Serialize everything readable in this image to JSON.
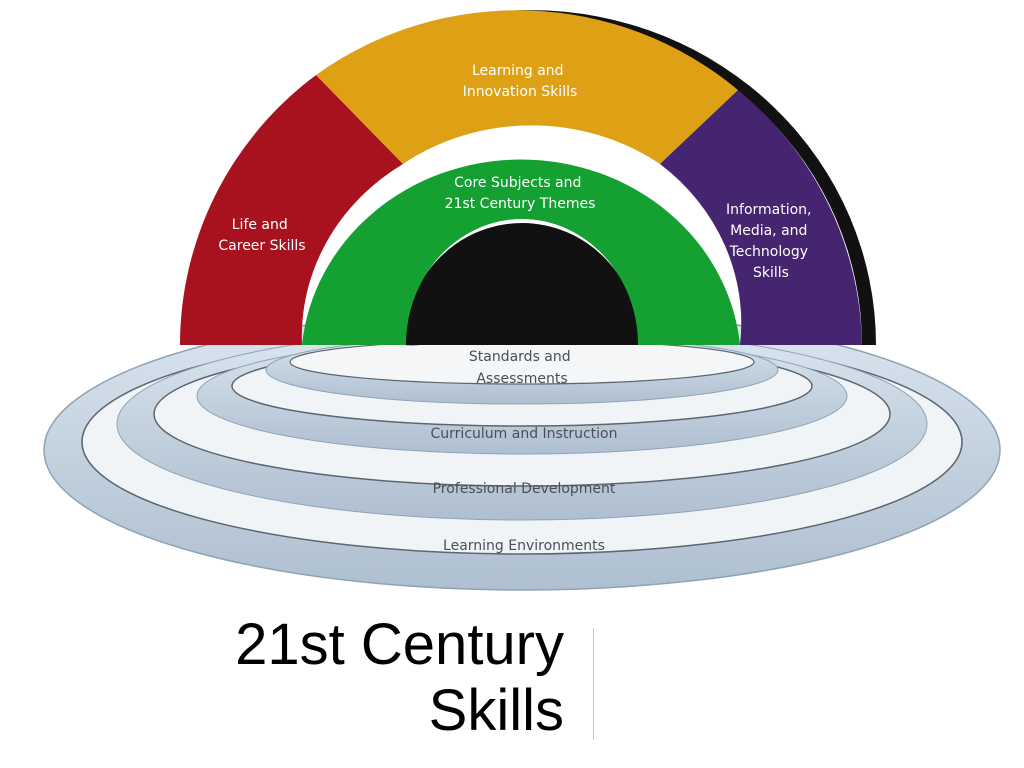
{
  "diagram": {
    "arch_segments": [
      {
        "id": "life-career",
        "lines": [
          "Life and",
          "Career Skills"
        ],
        "color": "#a8121f"
      },
      {
        "id": "learning-innovation",
        "lines": [
          "Learning and",
          "Innovation Skills"
        ],
        "color": "#dea015"
      },
      {
        "id": "information-media-technology",
        "lines": [
          "Information,",
          "Media, and",
          "Technology",
          "Skills"
        ],
        "color": "#452470"
      }
    ],
    "core": {
      "lines": [
        "Core Subjects and",
        "21st Century Themes"
      ],
      "color": "#14a131"
    },
    "support_rings": [
      {
        "id": "standards-assessments",
        "lines": [
          "Standards and",
          "Assessments"
        ]
      },
      {
        "id": "curriculum-instruction",
        "lines": [
          "Curriculum and Instruction"
        ]
      },
      {
        "id": "professional-development",
        "lines": [
          "Professional Development"
        ]
      },
      {
        "id": "learning-environments",
        "lines": [
          "Learning Environments"
        ]
      }
    ],
    "ring_color": "#c3d4e3"
  },
  "title": {
    "lines": [
      "21st Century",
      "Skills"
    ]
  }
}
